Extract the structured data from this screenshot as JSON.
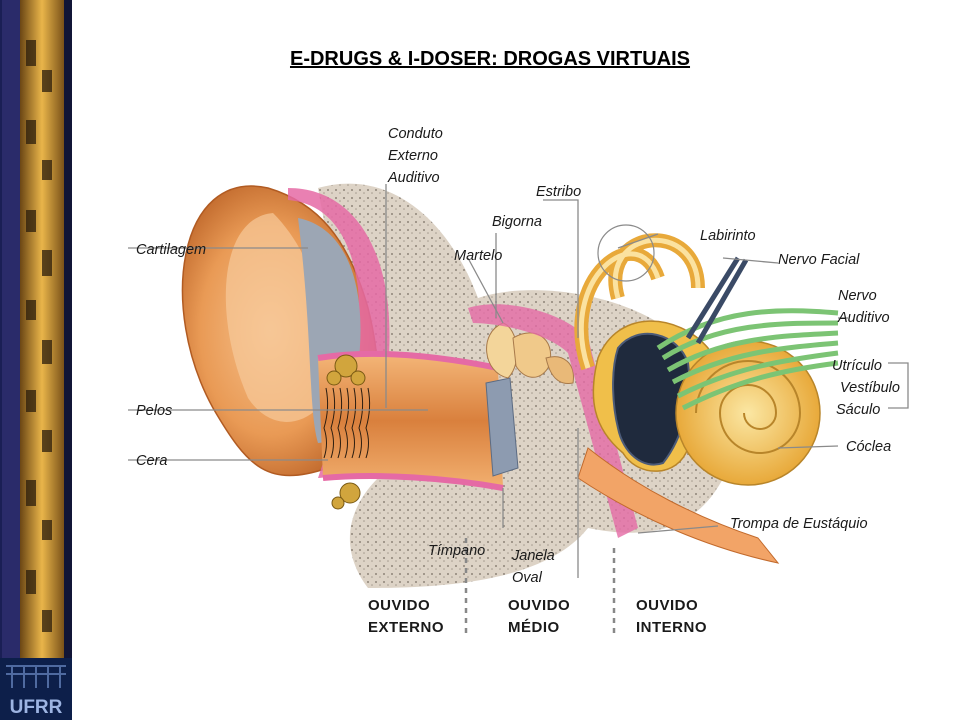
{
  "title": "E-DRUGS & I-DOSER: DROGAS VIRTUAIS",
  "logo_text": "UFRR",
  "labels": {
    "conduto": [
      "Conduto",
      "Externo",
      "Auditivo"
    ],
    "estribo": "Estribo",
    "bigorna": "Bigorna",
    "martelo": "Martelo",
    "labirinto": "Labirinto",
    "nervo_facial": "Nervo Facial",
    "nervo_auditivo": [
      "Nervo",
      "Auditivo"
    ],
    "cartilagem": "Cartilagem",
    "pelos": "Pelos",
    "cera": "Cera",
    "utriculo": "Utrículo",
    "vestibulo": "Vestíbulo",
    "saculo": "Sáculo",
    "coclea": "Cóclea",
    "trompa": "Trompa de Eustáquio",
    "timpano": "Tímpano",
    "janela_oval": [
      "Janela",
      "Oval"
    ]
  },
  "sections": {
    "externo": [
      "OUVIDO",
      "EXTERNO"
    ],
    "medio": [
      "OUVIDO",
      "MÉDIO"
    ],
    "interno": [
      "OUVIDO",
      "INTERNO"
    ]
  },
  "colors": {
    "skin": "#e99a55",
    "bone": "#ddd3c6",
    "membrane": "#e56aa5",
    "cochlea": "#f0bf4a",
    "nerve": "#7cc474",
    "vestibule_dark": "#1f2a3d",
    "sidebar_blue": "#1a1f55",
    "sidebar_gold": "#c9962e"
  }
}
